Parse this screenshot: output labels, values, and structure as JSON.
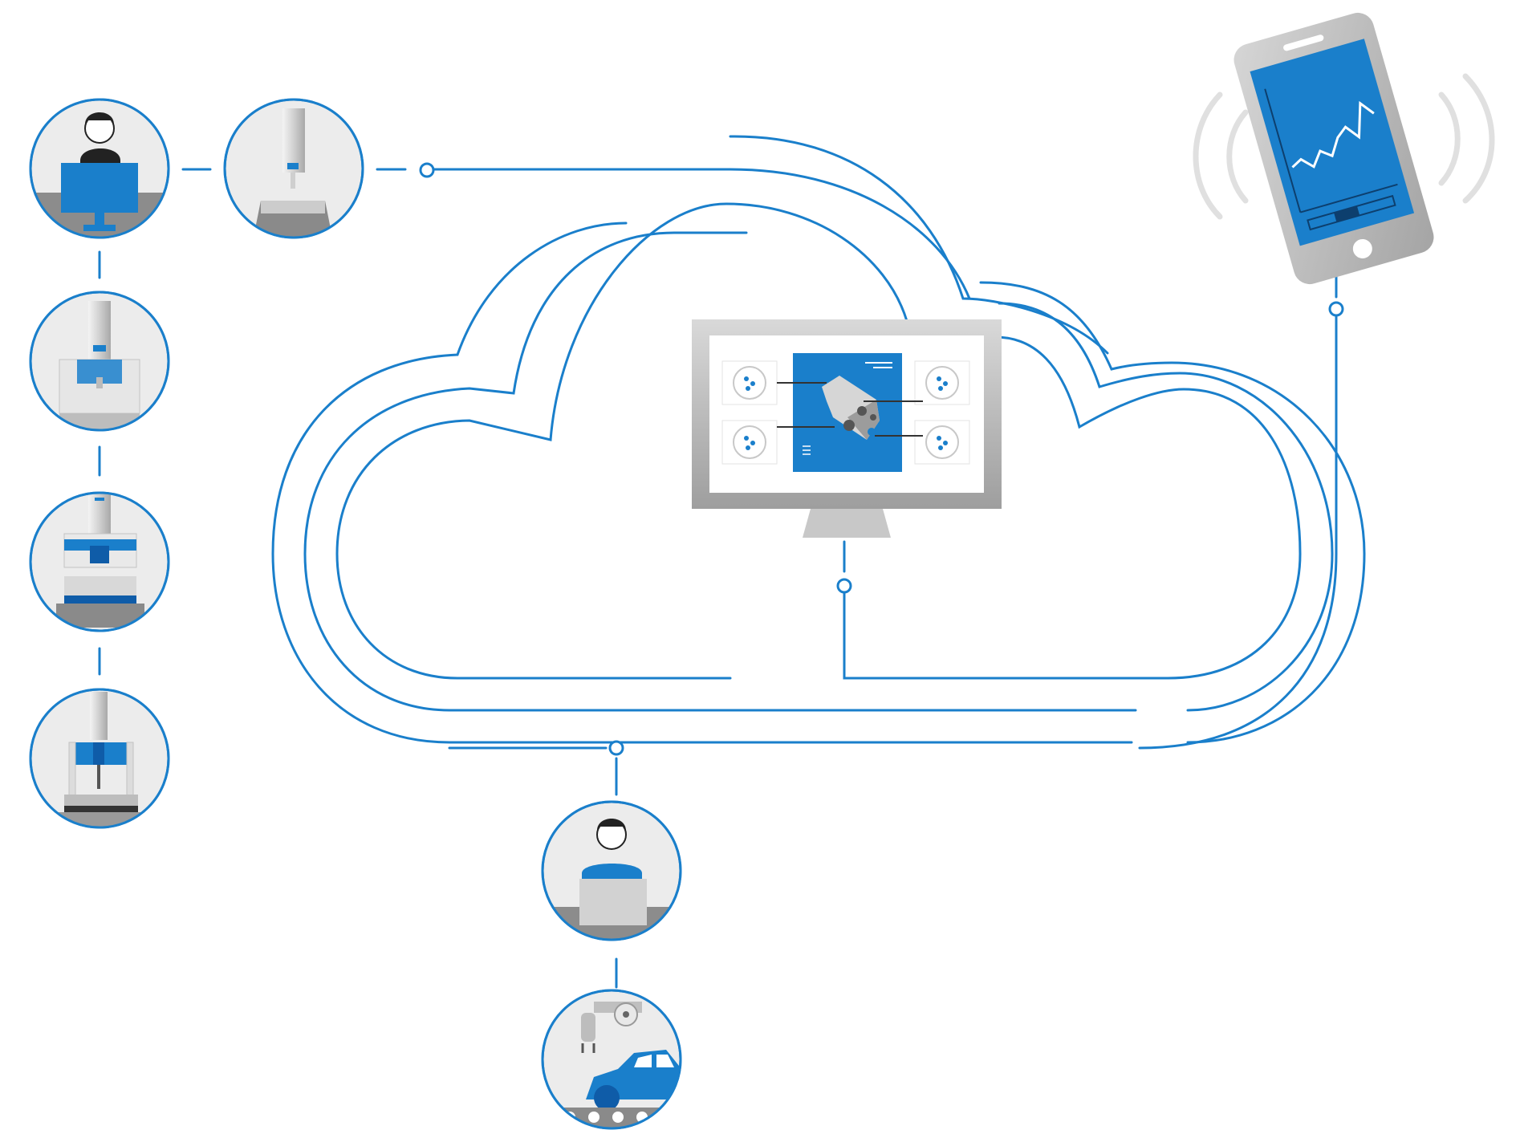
{
  "colors": {
    "accent": "#1a7fcb",
    "accent_dark": "#0f5ca8",
    "panel_grey": "#ececec",
    "device_grey": "#bdbdbd"
  },
  "nodes": [
    {
      "id": "workstation-operator",
      "icon": "person-at-monitor-icon"
    },
    {
      "id": "cmm-probe-head",
      "icon": "probe-head-icon"
    },
    {
      "id": "cmm-machine-small",
      "icon": "cmm-machine-icon"
    },
    {
      "id": "cmm-machine-bridge",
      "icon": "bridge-cmm-icon"
    },
    {
      "id": "cmm-machine-gantry",
      "icon": "gantry-cmm-icon"
    },
    {
      "id": "laptop-operator",
      "icon": "person-at-laptop-icon"
    },
    {
      "id": "production-line",
      "icon": "robot-car-assembly-icon"
    }
  ],
  "devices": {
    "monitor": "desktop-monitor-icon",
    "phone": "smartphone-icon"
  },
  "phone_chart_data": {
    "type": "line",
    "values": [
      2.0,
      2.2,
      1.8,
      2.3,
      2.0,
      2.6,
      2.9,
      2.4,
      3.6,
      3.1
    ]
  }
}
